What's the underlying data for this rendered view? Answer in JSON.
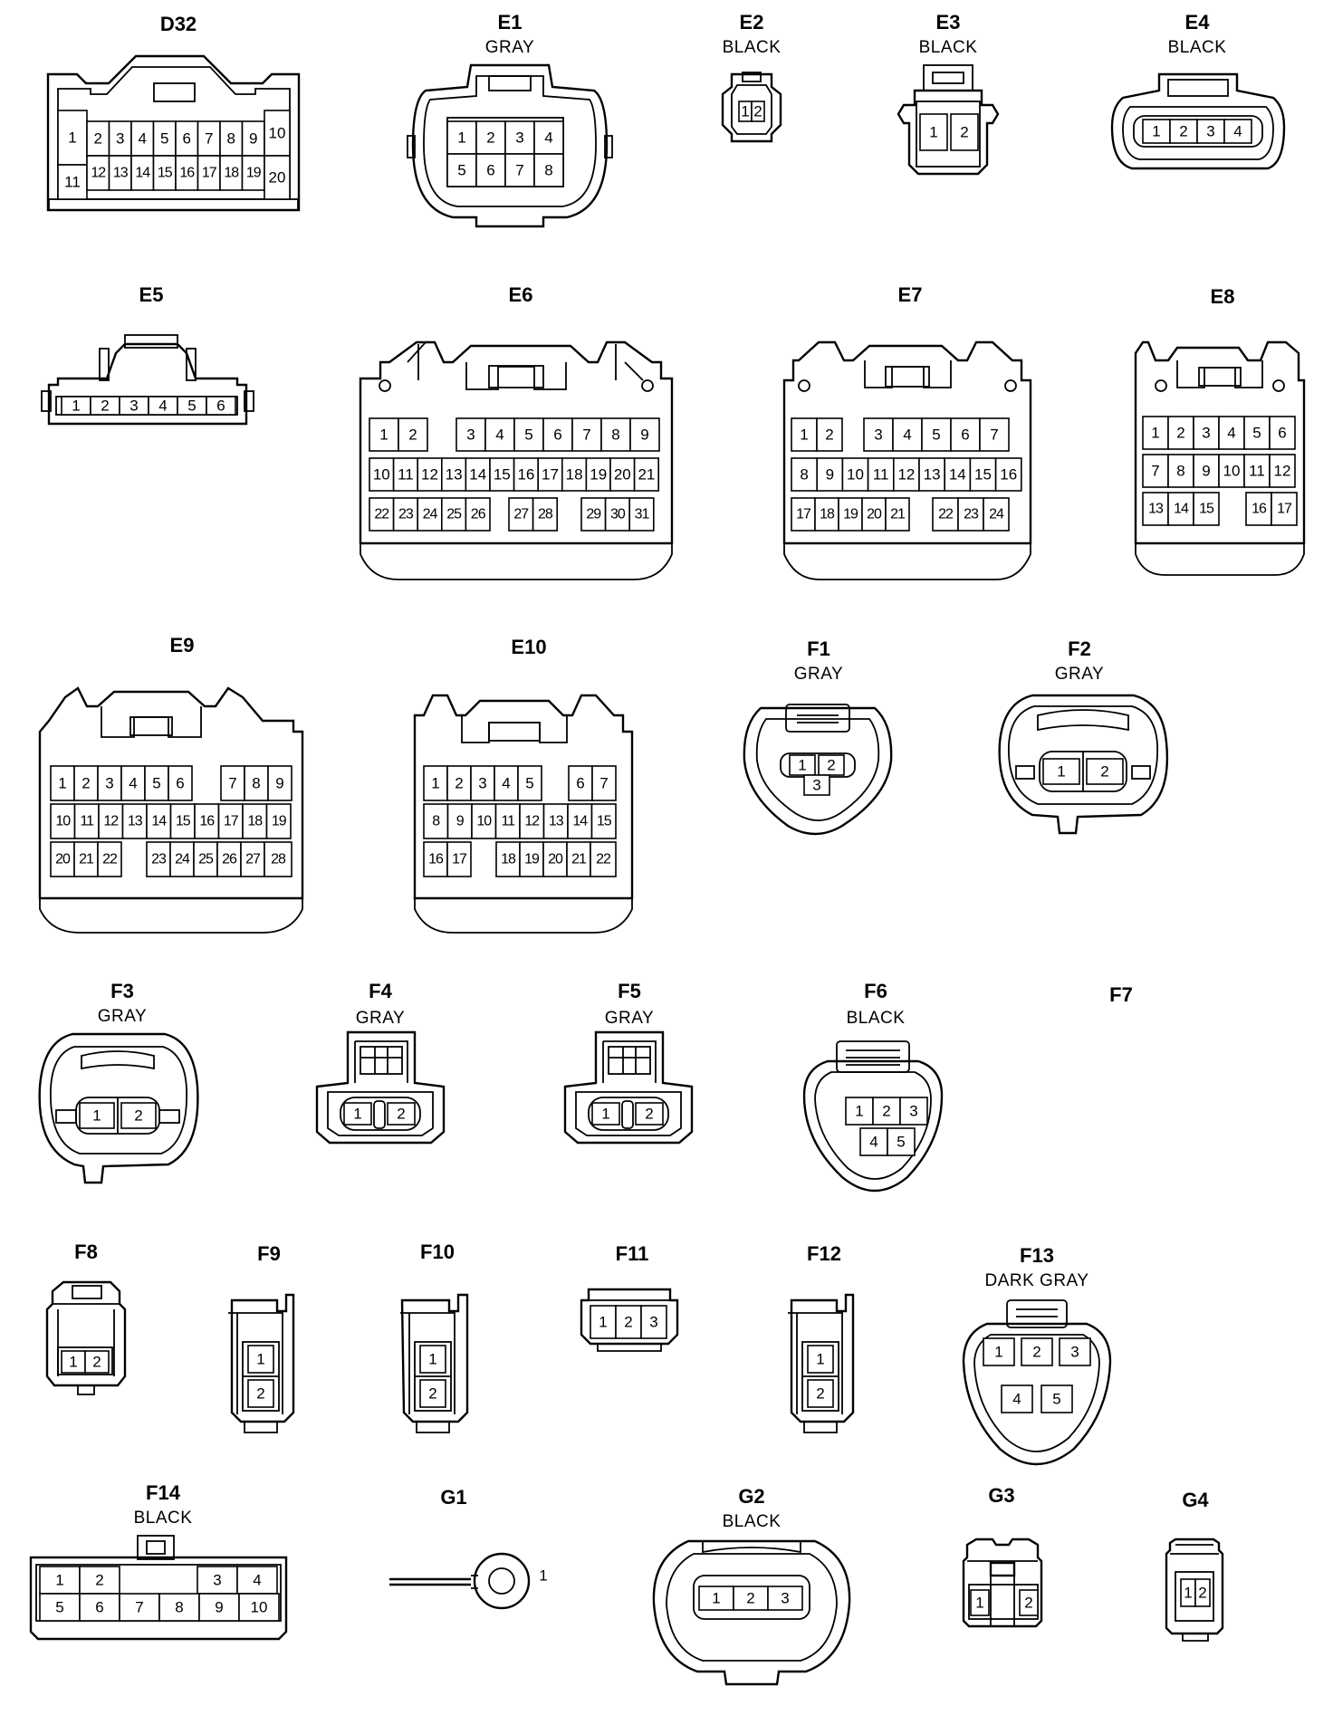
{
  "connectors": {
    "d32": {
      "id": "D32",
      "color": "",
      "pins": [
        "1",
        "2",
        "3",
        "4",
        "5",
        "6",
        "7",
        "8",
        "9",
        "10",
        "11",
        "12",
        "13",
        "14",
        "15",
        "16",
        "17",
        "18",
        "19",
        "20"
      ]
    },
    "e1": {
      "id": "E1",
      "color": "GRAY",
      "pins": [
        "1",
        "2",
        "3",
        "4",
        "5",
        "6",
        "7",
        "8"
      ]
    },
    "e2": {
      "id": "E2",
      "color": "BLACK",
      "pins": [
        "1",
        "2"
      ]
    },
    "e3": {
      "id": "E3",
      "color": "BLACK",
      "pins": [
        "1",
        "2"
      ]
    },
    "e4": {
      "id": "E4",
      "color": "BLACK",
      "pins": [
        "1",
        "2",
        "3",
        "4"
      ]
    },
    "e5": {
      "id": "E5",
      "color": "",
      "pins": [
        "1",
        "2",
        "3",
        "4",
        "5",
        "6"
      ]
    },
    "e6": {
      "id": "E6",
      "color": "",
      "pins": [
        "1",
        "2",
        "3",
        "4",
        "5",
        "6",
        "7",
        "8",
        "9",
        "10",
        "11",
        "12",
        "13",
        "14",
        "15",
        "16",
        "17",
        "18",
        "19",
        "20",
        "21",
        "22",
        "23",
        "24",
        "25",
        "26",
        "27",
        "28",
        "29",
        "30",
        "31"
      ]
    },
    "e7": {
      "id": "E7",
      "color": "",
      "pins": [
        "1",
        "2",
        "3",
        "4",
        "5",
        "6",
        "7",
        "8",
        "9",
        "10",
        "11",
        "12",
        "13",
        "14",
        "15",
        "16",
        "17",
        "18",
        "19",
        "20",
        "21",
        "22",
        "23",
        "24"
      ]
    },
    "e8": {
      "id": "E8",
      "color": "",
      "pins": [
        "1",
        "2",
        "3",
        "4",
        "5",
        "6",
        "7",
        "8",
        "9",
        "10",
        "11",
        "12",
        "13",
        "14",
        "15",
        "16",
        "17"
      ]
    },
    "e9": {
      "id": "E9",
      "color": "",
      "pins": [
        "1",
        "2",
        "3",
        "4",
        "5",
        "6",
        "7",
        "8",
        "9",
        "10",
        "11",
        "12",
        "13",
        "14",
        "15",
        "16",
        "17",
        "18",
        "19",
        "20",
        "21",
        "22",
        "23",
        "24",
        "25",
        "26",
        "27",
        "28"
      ]
    },
    "e10": {
      "id": "E10",
      "color": "",
      "pins": [
        "1",
        "2",
        "3",
        "4",
        "5",
        "6",
        "7",
        "8",
        "9",
        "10",
        "11",
        "12",
        "13",
        "14",
        "15",
        "16",
        "17",
        "18",
        "19",
        "20",
        "21",
        "22"
      ]
    },
    "f1": {
      "id": "F1",
      "color": "GRAY",
      "pins": [
        "1",
        "2",
        "3"
      ]
    },
    "f2": {
      "id": "F2",
      "color": "GRAY",
      "pins": [
        "1",
        "2"
      ]
    },
    "f3": {
      "id": "F3",
      "color": "GRAY",
      "pins": [
        "1",
        "2"
      ]
    },
    "f4": {
      "id": "F4",
      "color": "GRAY",
      "pins": [
        "1",
        "2"
      ]
    },
    "f5": {
      "id": "F5",
      "color": "GRAY",
      "pins": [
        "1",
        "2"
      ]
    },
    "f6": {
      "id": "F6",
      "color": "BLACK",
      "pins": [
        "1",
        "2",
        "3",
        "4",
        "5"
      ]
    },
    "f7": {
      "id": "F7",
      "color": "",
      "pins": []
    },
    "f8": {
      "id": "F8",
      "color": "",
      "pins": [
        "1",
        "2"
      ]
    },
    "f9": {
      "id": "F9",
      "color": "",
      "pins": [
        "1",
        "2"
      ]
    },
    "f10": {
      "id": "F10",
      "color": "",
      "pins": [
        "1",
        "2"
      ]
    },
    "f11": {
      "id": "F11",
      "color": "",
      "pins": [
        "1",
        "2",
        "3"
      ]
    },
    "f12": {
      "id": "F12",
      "color": "",
      "pins": [
        "1",
        "2"
      ]
    },
    "f13": {
      "id": "F13",
      "color": "DARK GRAY",
      "pins": [
        "1",
        "2",
        "3",
        "4",
        "5"
      ]
    },
    "f14": {
      "id": "F14",
      "color": "BLACK",
      "pins": [
        "1",
        "2",
        "3",
        "4",
        "5",
        "6",
        "7",
        "8",
        "9",
        "10"
      ]
    },
    "g1": {
      "id": "G1",
      "color": "",
      "pins": [
        "1"
      ]
    },
    "g2": {
      "id": "G2",
      "color": "BLACK",
      "pins": [
        "1",
        "2",
        "3"
      ]
    },
    "g3": {
      "id": "G3",
      "color": "",
      "pins": [
        "1",
        "2"
      ]
    },
    "g4": {
      "id": "G4",
      "color": "",
      "pins": [
        "1",
        "2"
      ]
    }
  }
}
